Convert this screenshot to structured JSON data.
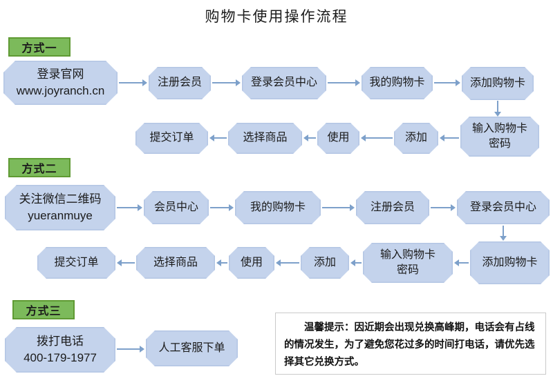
{
  "title": "购物卡使用操作流程",
  "colors": {
    "node_fill": "#c4d3ec",
    "node_edge": "#b3c6e4",
    "label_fill": "#7cba5b",
    "label_border": "#5f9a33",
    "arrow": "#7da0ca",
    "notice_border": "#c9c9c9",
    "text": "#1b1b1b"
  },
  "method1": {
    "label": "方式一",
    "row1": [
      {
        "line1": "登录官网",
        "line2": "www.joyranch.cn"
      },
      {
        "line1": "注册会员"
      },
      {
        "line1": "登录会员中心"
      },
      {
        "line1": "我的购物卡"
      },
      {
        "line1": "添加购物卡"
      }
    ],
    "row2": [
      {
        "line1": "输入购物卡",
        "line2": "密码"
      },
      {
        "line1": "添加"
      },
      {
        "line1": "使用"
      },
      {
        "line1": "选择商品"
      },
      {
        "line1": "提交订单"
      }
    ]
  },
  "method2": {
    "label": "方式二",
    "row1": [
      {
        "line1": "关注微信二维码",
        "line2": "yueranmuye"
      },
      {
        "line1": "会员中心"
      },
      {
        "line1": "我的购物卡"
      },
      {
        "line1": "注册会员"
      },
      {
        "line1": "登录会员中心"
      }
    ],
    "row2": [
      {
        "line1": "添加购物卡"
      },
      {
        "line1": "输入购物卡",
        "line2": "密码"
      },
      {
        "line1": "添加"
      },
      {
        "line1": "使用"
      },
      {
        "line1": "选择商品"
      },
      {
        "line1": "提交订单"
      }
    ]
  },
  "method3": {
    "label": "方式三",
    "row1": [
      {
        "line1": "拨打电话",
        "line2": "400-179-1977"
      },
      {
        "line1": "人工客服下单"
      }
    ]
  },
  "notice": {
    "text": "温馨提示：因近期会出现兑换高峰期，电话会有占线的情况发生，为了避免您花过多的时间打电话，请优先选择其它兑换方式。"
  }
}
